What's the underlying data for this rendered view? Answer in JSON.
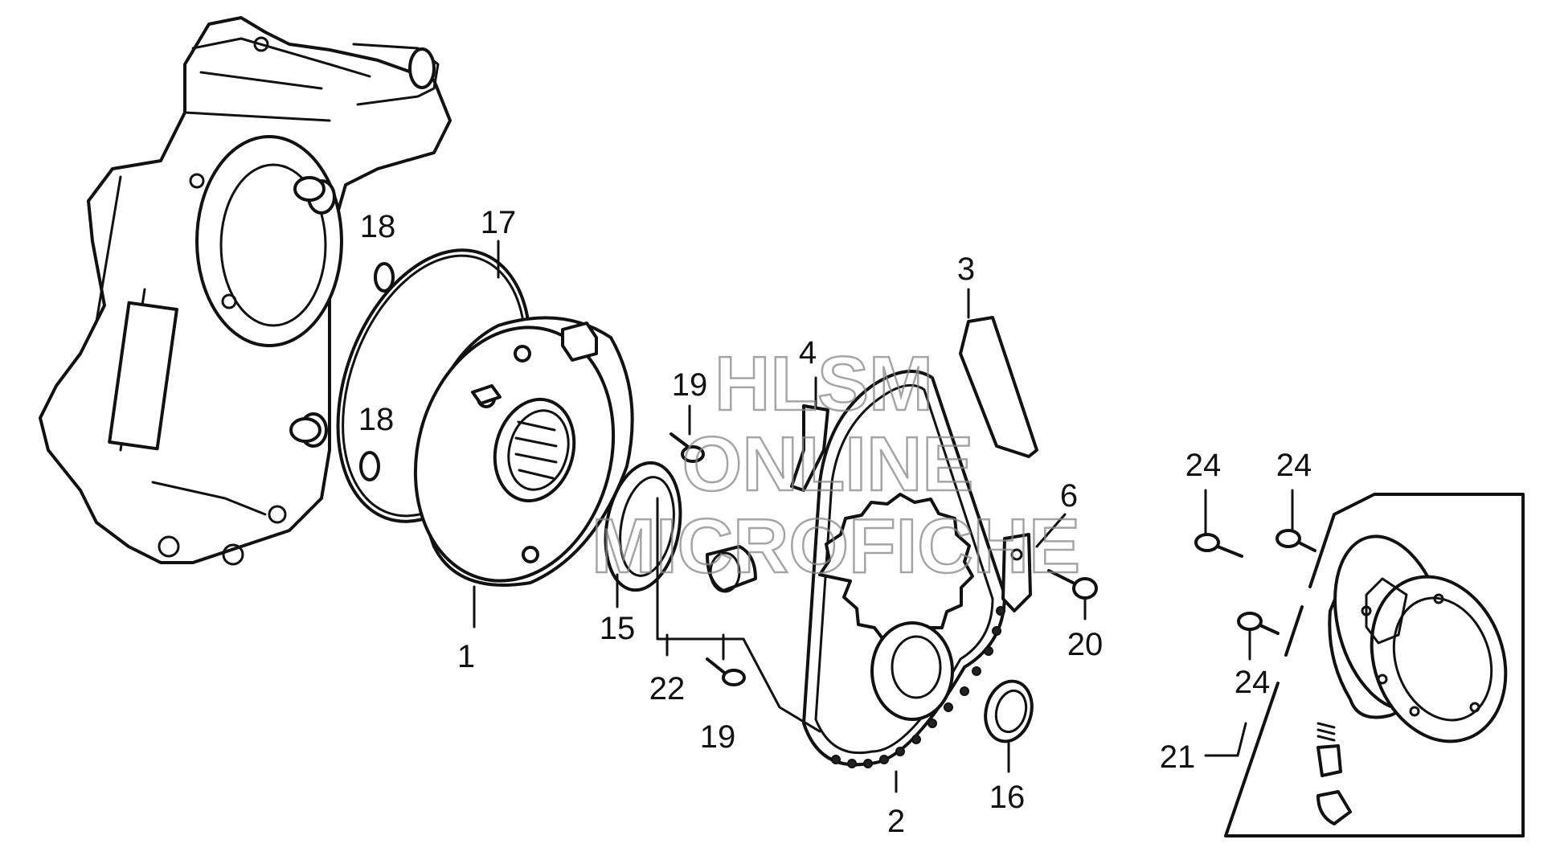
{
  "watermark": {
    "line1": "HLSM",
    "line2": "ONLINE",
    "line3": "MICROFICHE"
  },
  "callouts": [
    {
      "id": "17",
      "text": "17"
    },
    {
      "id": "18a",
      "text": "18"
    },
    {
      "id": "18b",
      "text": "18"
    },
    {
      "id": "1",
      "text": "1"
    },
    {
      "id": "3",
      "text": "3"
    },
    {
      "id": "4",
      "text": "4"
    },
    {
      "id": "19a",
      "text": "19"
    },
    {
      "id": "19b",
      "text": "19"
    },
    {
      "id": "15",
      "text": "15"
    },
    {
      "id": "22",
      "text": "22"
    },
    {
      "id": "6",
      "text": "6"
    },
    {
      "id": "20",
      "text": "20"
    },
    {
      "id": "2",
      "text": "2"
    },
    {
      "id": "16",
      "text": "16"
    },
    {
      "id": "24a",
      "text": "24"
    },
    {
      "id": "24b",
      "text": "24"
    },
    {
      "id": "24c",
      "text": "24"
    },
    {
      "id": "21",
      "text": "21"
    }
  ]
}
